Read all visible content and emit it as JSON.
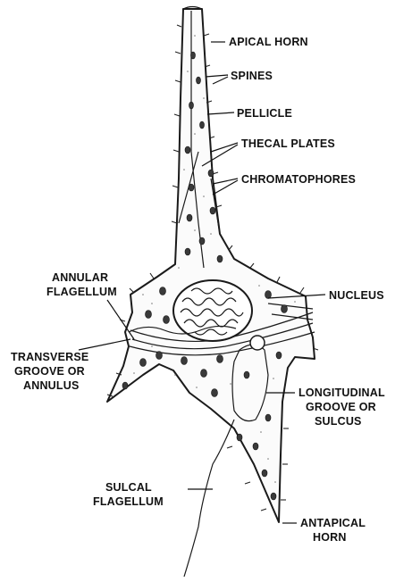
{
  "diagram": {
    "labels": {
      "apical_horn": "APICAL HORN",
      "spines": "SPINES",
      "pellicle": "PELLICLE",
      "thecal_plates": "THECAL PLATES",
      "chromatophores": "CHROMATOPHORES",
      "annular_flagellum_1": "ANNULAR",
      "annular_flagellum_2": "FLAGELLUM",
      "nucleus": "NUCLEUS",
      "transverse_1": "TRANSVERSE",
      "transverse_2": "GROOVE OR",
      "transverse_3": "ANNULUS",
      "longitudinal_1": "LONGITUDINAL",
      "longitudinal_2": "GROOVE OR",
      "longitudinal_3": "SULCUS",
      "sulcal_flagellum_1": "SULCAL",
      "sulcal_flagellum_2": "FLAGELLUM",
      "antapical_horn_1": "ANTAPICAL",
      "antapical_horn_2": "HORN"
    },
    "colors": {
      "ink": "#1a1a1a",
      "cell": "#fbfbfb",
      "chromatophore": "#3a3a3a"
    }
  }
}
